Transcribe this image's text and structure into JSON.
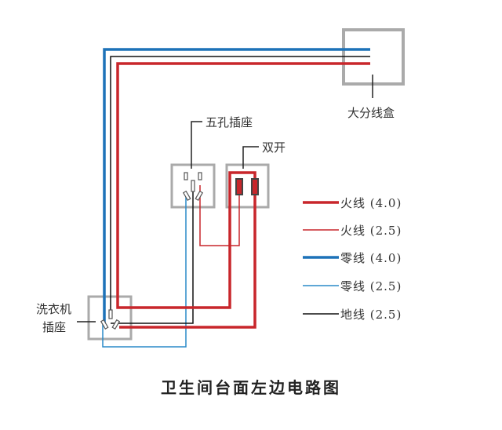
{
  "labels": {
    "junction_box": "大分线盒",
    "five_hole_socket": "五孔插座",
    "double_switch": "双开",
    "washer_socket_line1": "洗衣机",
    "washer_socket_line2": "插座"
  },
  "legend": [
    {
      "label": "火线 (4.0)",
      "color": "#c8262b",
      "weight": "thick"
    },
    {
      "label": "火线 (2.5)",
      "color": "#c8262b",
      "weight": "thin"
    },
    {
      "label": "零线 (4.0)",
      "color": "#1d72b8",
      "weight": "thick"
    },
    {
      "label": "零线 (2.5)",
      "color": "#2a8ac8",
      "weight": "thin"
    },
    {
      "label": "地线 (2.5)",
      "color": "#111111",
      "weight": "thin"
    }
  ],
  "title": "卫生间台面左边电路图"
}
